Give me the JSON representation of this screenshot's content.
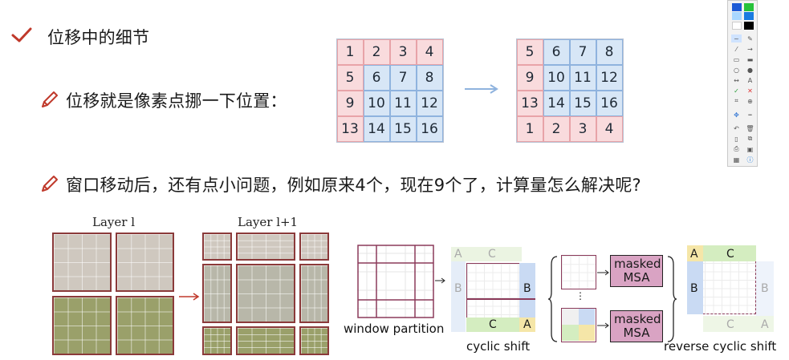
{
  "heading": {
    "text": "位移中的细节"
  },
  "bullet1": {
    "text": "位移就是像素点挪一下位置："
  },
  "bullet2": {
    "text": "窗口移动后，还有点小问题，例如原来4个，现在9个了，计算量怎么解决呢?"
  },
  "grid_before": {
    "cells": [
      "1",
      "2",
      "3",
      "4",
      "5",
      "6",
      "7",
      "8",
      "9",
      "10",
      "11",
      "12",
      "13",
      "14",
      "15",
      "16"
    ],
    "colors": [
      "red",
      "red",
      "red",
      "red",
      "red",
      "blue",
      "blue",
      "blue",
      "red",
      "blue",
      "blue",
      "blue",
      "red",
      "blue",
      "blue",
      "blue"
    ]
  },
  "grid_after": {
    "cells": [
      "5",
      "6",
      "7",
      "8",
      "9",
      "10",
      "11",
      "12",
      "13",
      "14",
      "15",
      "16",
      "1",
      "2",
      "3",
      "4"
    ],
    "colors": [
      "red",
      "blue",
      "blue",
      "blue",
      "red",
      "blue",
      "blue",
      "blue",
      "red",
      "blue",
      "blue",
      "blue",
      "red",
      "red",
      "red",
      "red"
    ]
  },
  "figure": {
    "layer_l": "Layer l",
    "layer_l1": "Layer l+1",
    "window_partition": "window partition",
    "cyclic_shift": "cyclic shift",
    "reverse_cyclic_shift": "reverse cyclic shift",
    "masked_msa_1": "masked MSA",
    "masked_msa_2": "masked MSA",
    "letters": {
      "a": "A",
      "b": "B",
      "c": "C"
    },
    "ellipsis": "⋮"
  },
  "colors": {
    "check": "#c0392b",
    "pencil": "#c0392b",
    "red_cell": "#f9dbdd",
    "blue_cell": "#d7e6f6",
    "window_border": "#8b3a3a",
    "msa_fill": "#d9a3c3",
    "arrow": "#8fb3de"
  },
  "icons": [
    "check-icon",
    "pencil-icon",
    "arrow-right-icon",
    "toolbar-icons"
  ]
}
